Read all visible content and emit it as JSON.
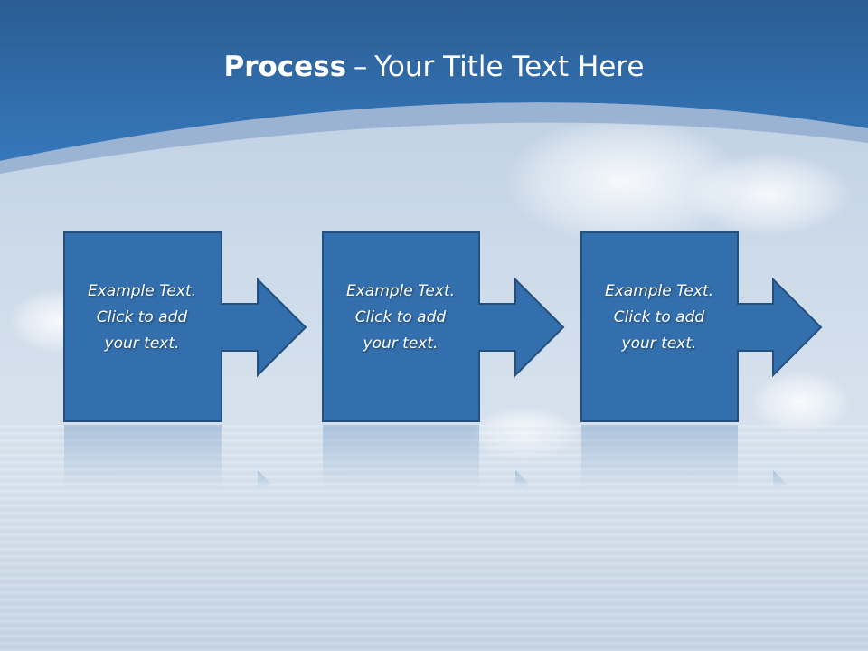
{
  "title": {
    "bold_part": "Process",
    "separator": "–",
    "rest": "Your Title Text Here"
  },
  "steps": [
    {
      "line1": "Example Text.",
      "line2": "Click  to add",
      "line3": "your text."
    },
    {
      "line1": "Example Text.",
      "line2": "Click  to add",
      "line3": "your text."
    },
    {
      "line1": "Example Text.",
      "line2": "Click  to add",
      "line3": "your text."
    }
  ],
  "colors": {
    "header_blue": "#2c6aa8",
    "box_blue": "#336fad",
    "box_border": "#24507d",
    "title_text": "#ffffff"
  }
}
